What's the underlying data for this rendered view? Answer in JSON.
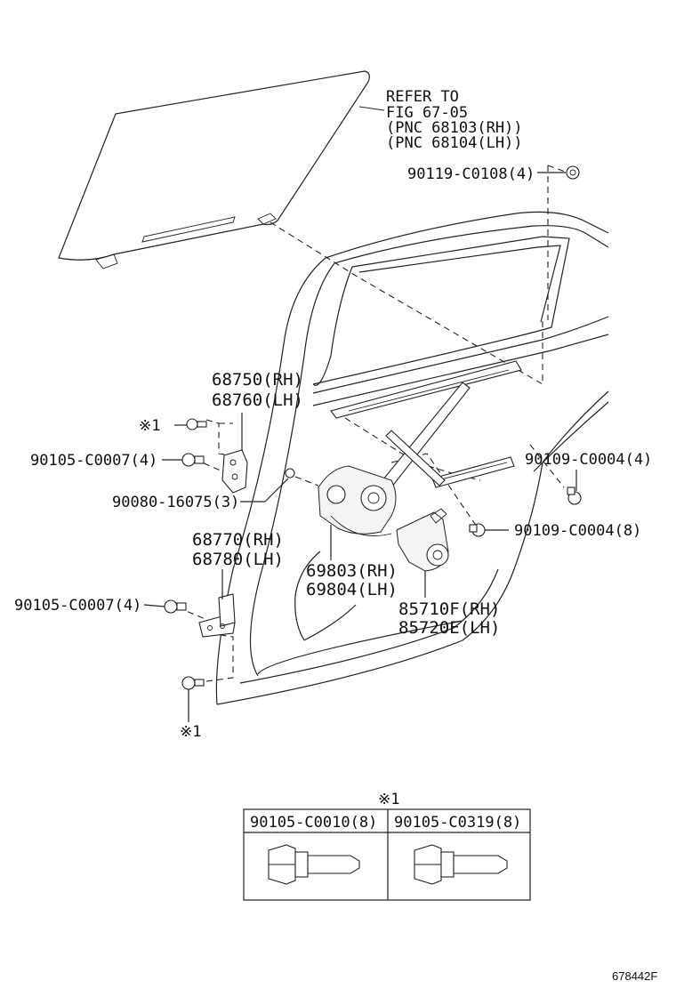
{
  "refer": {
    "line1": "REFER TO",
    "line2": "FIG 67-05",
    "line3": "(PNC 68103(RH))",
    "line4": "(PNC 68104(LH))"
  },
  "labels": {
    "bolt_top": "90119-C0108(4)",
    "hinge_upper_rh": "68750(RH)",
    "hinge_upper_lh": "68760(LH)",
    "note_upper": "※1",
    "bolt_upper_left": "90105-C0007(4)",
    "nut_upper": "90080-16075(3)",
    "bolt_right_upper": "90109-C0004(4)",
    "bolt_right_lower": "90109-C0004(8)",
    "hinge_lower_rh": "68770(RH)",
    "hinge_lower_lh": "68780(LH)",
    "regulator_rh": "69803(RH)",
    "regulator_lh": "69804(LH)",
    "bolt_lower_left": "90105-C0007(4)",
    "motor_rh": "85710F(RH)",
    "motor_lh": "85720E(LH)",
    "note_lower": "※1"
  },
  "table": {
    "note": "※1",
    "col1": "90105-C0010(8)",
    "col2": "90105-C0319(8)"
  },
  "figure_id": "678442F"
}
